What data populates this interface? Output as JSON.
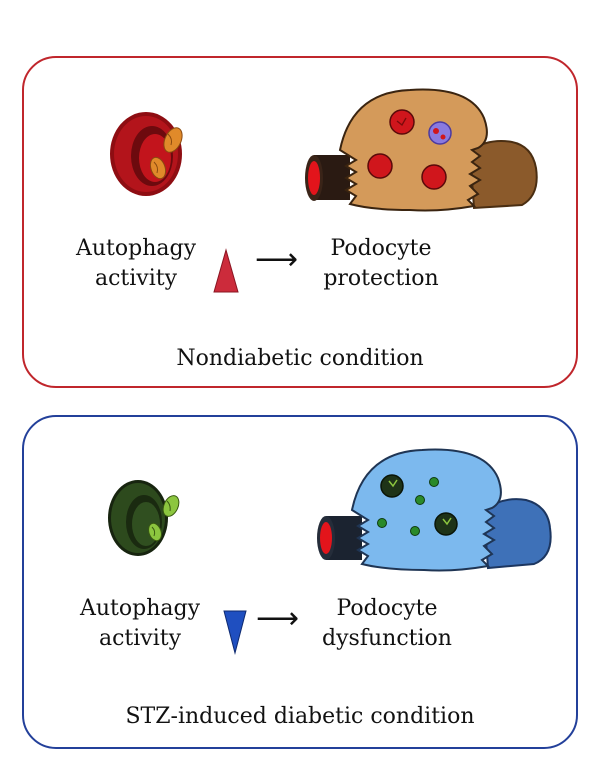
{
  "panels": [
    {
      "id": "nondiabetic",
      "border_color": "#c0262c",
      "autophagy_label_line1": "Autophagy",
      "autophagy_label_line2": "activity",
      "indicator": "up-triangle",
      "indicator_color": "#cc2b3b",
      "outcome_label_line1": "Podocyte",
      "outcome_label_line2": "protection",
      "caption": "Nondiabetic condition",
      "arrow": "⟶",
      "cell_color": "#d49a5a",
      "vesicle_color": "#cc1f1f",
      "icons": [
        "autophagosome-icon",
        "podocyte-cell-icon",
        "capillary-icon"
      ]
    },
    {
      "id": "diabetic",
      "border_color": "#23409a",
      "autophagy_label_line1": "Autophagy",
      "autophagy_label_line2": "activity",
      "indicator": "down-triangle",
      "indicator_color": "#1f4fc0",
      "outcome_label_line1": "Podocyte",
      "outcome_label_line2": "dysfunction",
      "caption": "STZ-induced diabetic condition",
      "arrow": "⟶",
      "cell_color": "#7cb9ee",
      "vesicle_color": "#2b4f22",
      "icons": [
        "autophagosome-icon",
        "podocyte-cell-icon",
        "capillary-icon"
      ]
    }
  ]
}
